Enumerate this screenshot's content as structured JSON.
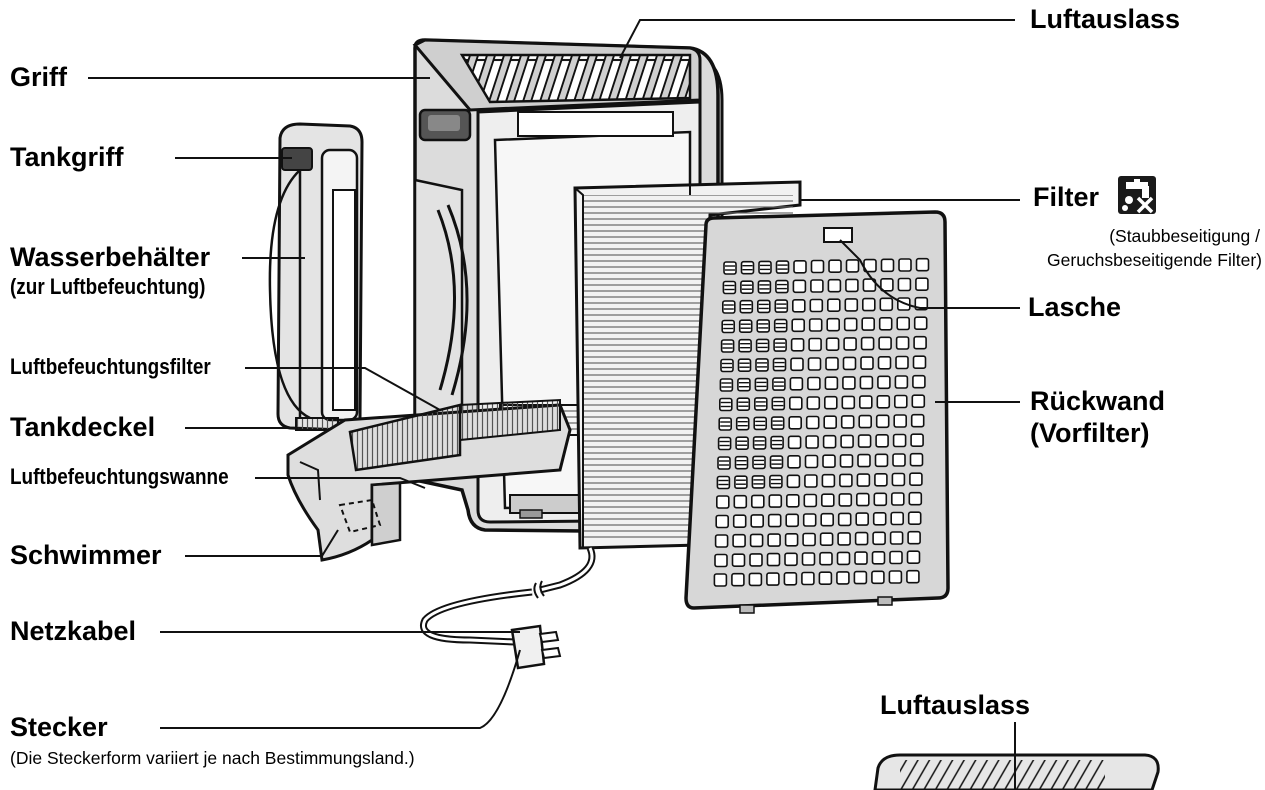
{
  "labels": {
    "luftauslass_top": "Luftauslass",
    "griff": "Griff",
    "tankgriff": "Tankgriff",
    "wasserbehaelter": "Wasserbehälter",
    "wasserbehaelter_sub": "(zur Luftbefeuchtung)",
    "luftbefeuchtungsfilter": "Luftbefeuchtungsfilter",
    "tankdeckel": "Tankdeckel",
    "luftbefeuchtungswanne": "Luftbefeuchtungswanne",
    "schwimmer": "Schwimmer",
    "netzkabel": "Netzkabel",
    "stecker": "Stecker",
    "stecker_note": "(Die Steckerform variiert je nach Bestimmungsland.)",
    "filter": "Filter",
    "filter_note_1": "(Staubbeseitigung /",
    "filter_note_2": "Geruchsbeseitigende Filter)",
    "lasche": "Lasche",
    "rueckwand": "Rückwand",
    "rueckwand_sub": "(Vorfilter)",
    "luftauslass_bottom": "Luftauslass"
  },
  "icons": {
    "filter_icon": "no-water-wash-icon"
  },
  "colors": {
    "panel_gray": "#d7d7d7",
    "frame_dark": "#222222",
    "filter_light": "#f2f2f2"
  }
}
